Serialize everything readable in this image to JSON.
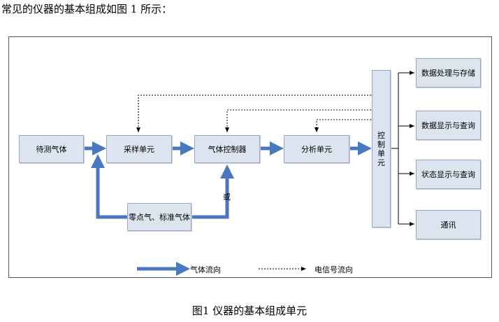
{
  "intro_text": "常见的仪器的基本组成如图 1 所示：",
  "boxes": {
    "sample_gas": "待测气体",
    "sampling_unit": "采样单元",
    "gas_controller": "气体控制器",
    "analysis_unit": "分析单元",
    "zero_standard_gas": "零点气、标准气体",
    "control_unit": "控制单元",
    "data_processing_storage": "数据处理与存储",
    "data_display_query": "数据显示与查询",
    "status_display_query": "状态显示与查询",
    "communication": "通讯"
  },
  "or_label": "或",
  "legend": {
    "gas_flow": "气体流向",
    "signal_flow": "电信号流向"
  },
  "colors": {
    "box_fill": "#dce4f0",
    "gas_arrow": "#4a77c2"
  },
  "caption": "图1  仪器的基本组成单元"
}
